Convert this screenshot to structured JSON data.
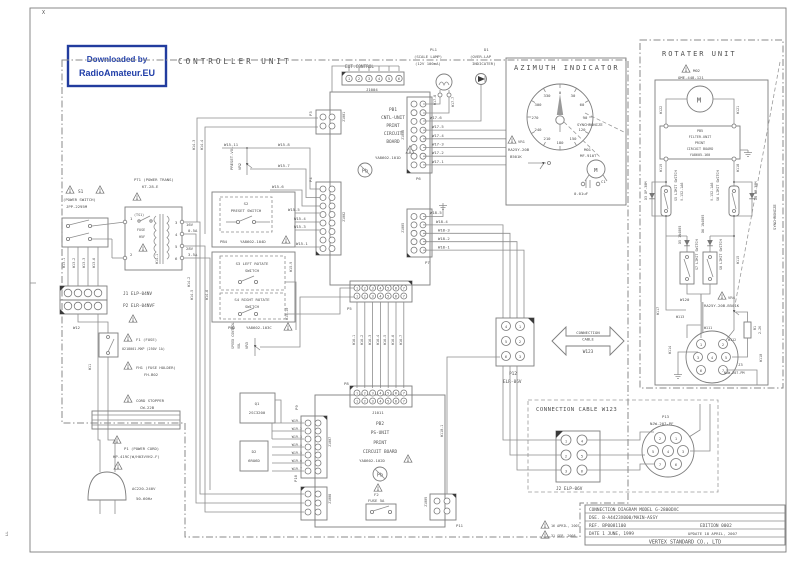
{
  "frame": {
    "corner_x": "X",
    "edge_mark": "LL"
  },
  "badge": {
    "line1": "Downloaded by",
    "line2": "RadioAmateur.EU",
    "color": "#1f3da8"
  },
  "controller": {
    "title": "CONTROLLER UNIT",
    "s1": {
      "name": "S1",
      "desc": "(POWER SWITCH)",
      "part": "JPP-2295M"
    },
    "pt1": {
      "name": "PT1 (POWER TRANS)",
      "part": "KT-28-E"
    },
    "ts1": {
      "l1": "(TS1)",
      "l2": "FUSE",
      "l3": "H5F"
    },
    "trans": {
      "pins_left": [
        "1",
        "2"
      ],
      "pins_right": [
        "3",
        "4",
        "5",
        "6"
      ],
      "tap1_v": "16V",
      "tap1_a": "0.5A",
      "tap2_v": "28V",
      "tap2_a": "3.5A"
    },
    "j1": "J1  ELP-04NV",
    "p2": "P2  ELR-04NVF",
    "f1": {
      "name": "F1  (FUSE)",
      "part": "0218001.MXP  (250V  1A)"
    },
    "fh1": {
      "name": "FH1  (FUSE  HOLDER)",
      "part": "FH-B02"
    },
    "stopper": {
      "name": "CORD  STOPPER",
      "part": "CW-22B"
    },
    "p1": {
      "name": "P1 (POWER CORD)",
      "part": "KP-419C(W/H03VVH2-F)",
      "volts": "AC220-240V",
      "freq": "50-60Hz"
    },
    "w11": "W11",
    "w12": "W12",
    "w13": [
      "W13-1",
      "W13-2",
      "W13-3",
      "W13-6"
    ],
    "w14": [
      "W14-1",
      "W14-2",
      "W14-3",
      "W14-4",
      "W14-5",
      "W14-6"
    ],
    "vr2": {
      "vol": "PRESET.VOL",
      "name": "VR2"
    },
    "s2": {
      "name": "S2",
      "label": "PRESET  SWITCH"
    },
    "pb4": {
      "name": "PB4",
      "part": "YA8602-104D"
    },
    "s3": {
      "l1": "S3  LEFT  ROTATE",
      "l2": "SWITCH"
    },
    "s4": {
      "l1": "S4  RIGHT  ROTATE",
      "l2": "SWITCH"
    },
    "pb3": {
      "name": "PB3",
      "part": "YA8602-103C"
    },
    "vr3": {
      "l1": "SPEED CONTROL",
      "l2": "VOL",
      "name": "VR3"
    },
    "w15": [
      "W15-11",
      "W15-8",
      "W15-7",
      "W15-6",
      "W15-5",
      "W15-4",
      "W15-3",
      "W15-1",
      "W15-9",
      "W15-10"
    ],
    "pb1": {
      "name": "PB1",
      "l1": "CNTL-UNIT",
      "l2": "PRINT",
      "l3": "CIRCUIT",
      "l4": "BOARD",
      "part": "YA8602-101D",
      "ext": "EXT.CONTROL",
      "j1004": "J1004",
      "j1004_pins": [
        "1",
        "2",
        "3",
        "4",
        "5",
        "6"
      ],
      "p3": "P3",
      "j1001": "J1001",
      "p4": "P4",
      "j1002": "J1002",
      "j1006": "J1006",
      "p6": "P6",
      "j1005": "J1005",
      "p7": "P7",
      "j1010": "J1010",
      "p5": "P5",
      "row_pins": [
        "1",
        "2",
        "3",
        "4",
        "5",
        "6",
        "7",
        "1",
        "2",
        "3",
        "4",
        "5",
        "6",
        "7"
      ]
    },
    "w16": [
      "W16-1",
      "W16-2",
      "W16-3",
      "W16-4",
      "W16-5",
      "W16-6",
      "W16-7"
    ],
    "w17": [
      "W17-8",
      "W17-7",
      "W17-6",
      "W17-5",
      "W17-4",
      "W17-3",
      "W17-2",
      "W17-1"
    ],
    "w18": [
      "W18-5",
      "W18-4",
      "W18-3",
      "W18-2",
      "W18-1"
    ],
    "w19": [
      "W19-1",
      "W19-2",
      "W19-3",
      "W19-4",
      "W19-5",
      "W19-6",
      "W19-7"
    ],
    "w110": "W110-1",
    "pl1": {
      "name": "PL1",
      "desc": "(SCALE  LAMP)",
      "rating": "(12V  100mA)"
    },
    "d1": {
      "name": "D1",
      "l1": "(OVER-LAP",
      "l2": "INDICATER)"
    },
    "azimuth": {
      "title": "AZIMUTH  INDICATOR",
      "dial": [
        "0",
        "30",
        "60",
        "90",
        "120",
        "150",
        "180",
        "210",
        "240",
        "270",
        "300",
        "330"
      ],
      "sync": "SYNCHRONIZE",
      "vr1": {
        "name": "VR1",
        "part": "RA25Y-20B",
        "value": "B501K"
      },
      "m01": {
        "name": "M01",
        "part": "MF-910T",
        "sym": "M"
      },
      "c1": {
        "name": "C1",
        "value": "0.01uF"
      }
    },
    "p12": {
      "name": "P12",
      "part": "ELR-06V",
      "pins": [
        "4",
        "1",
        "5",
        "2",
        "6",
        "3"
      ]
    },
    "arrow": {
      "l1": "CONNECTION",
      "l2": "CABLE",
      "l3": "W123"
    },
    "pb2": {
      "name": "PB2",
      "l1": "PS-UNIT",
      "l2": "PRINT",
      "l3": "CIRCUIT  BOARD",
      "part": "YA8602-102D",
      "p8": "P8",
      "j1011": "J1011",
      "p9": "P9",
      "j1007": "J1007",
      "p10": "P10",
      "j1008": "J1008",
      "p11": "P11",
      "j1009": "J1009",
      "f2": "F2",
      "f2_label": "FUSE  5A"
    },
    "q1": {
      "name": "Q1",
      "part": "2SC3200"
    },
    "d2": {
      "name": "D2",
      "part": "6RU6D"
    }
  },
  "rotator": {
    "title": "ROTATER  UNIT",
    "m02": {
      "name": "M02",
      "part": "OME-448-121",
      "sym": "M"
    },
    "pb5": {
      "l1": "PB5",
      "l2": "FILTER-UNIT",
      "l3": "PRINT",
      "l4": "CIRCUIT  BOARD",
      "l5": "YA8605-160"
    },
    "d3": "D3  DP-30M",
    "d4": "D4  DP-30M",
    "d5": "D5  1N4005",
    "d6": "D6  1N4005",
    "s5": {
      "l1": "S5 LIMIT SWITCH",
      "l2": "V-152-1A6"
    },
    "s6": {
      "l1": "S6 LIMIT SWITCH",
      "l2": "V-152-1A6"
    },
    "s7": {
      "l1": "S7 LIMIT SWITCH",
      "l2": "V-152-1A6"
    },
    "s8": {
      "l1": "S8 LIMIT SWITCH",
      "l2": "V-152-1A6"
    },
    "vr4": {
      "name": "VR4",
      "part": "RA25Y-20B-B501K"
    },
    "r1": {
      "name": "R1",
      "value": "2.2K"
    },
    "j3": {
      "name": "J3",
      "part": "NJW-207-PM",
      "pins": [
        "1",
        "2",
        "3",
        "4",
        "5",
        "6",
        "7"
      ]
    },
    "sync": "SYNCHRONIZE",
    "w": {
      "w122": "W122",
      "w121": "W121",
      "w119": "W119",
      "w118": "W118",
      "w120": "W120",
      "w115": "W115",
      "w117": "W117",
      "w113": "W113",
      "w111": "W111",
      "w112": "W112",
      "w114": "W114",
      "w110": "W110"
    }
  },
  "cable": {
    "title": "CONNECTION  CABLE  W123",
    "j2": {
      "label": "J2  ELP-06V",
      "pins": [
        "1",
        "4",
        "2",
        "5",
        "3",
        "6"
      ]
    },
    "p13": {
      "name": "P13",
      "part": "NJW-207-PF",
      "pins": [
        "2",
        "1",
        "5",
        "4",
        "3",
        "7",
        "6"
      ]
    }
  },
  "title_block": {
    "row1": "CONNECTION  DIAGRAM  MODEL G-2800DXC",
    "row2": "DSE. B-A4423X000/MAIN-ASSY",
    "row3a": "REF. BP0081100",
    "row3b": "EDITION  0002",
    "row4a": "DATE 1 JUNE, 1999",
    "row4b": "UPDATE 18 APRIL, 2007",
    "row5": "VERTEX  STANDARD  CO., LTD"
  },
  "revisions": [
    "16 APRIL, 2007",
    "31 SEP, 2008"
  ],
  "icons": {
    "pb": "Pb"
  }
}
